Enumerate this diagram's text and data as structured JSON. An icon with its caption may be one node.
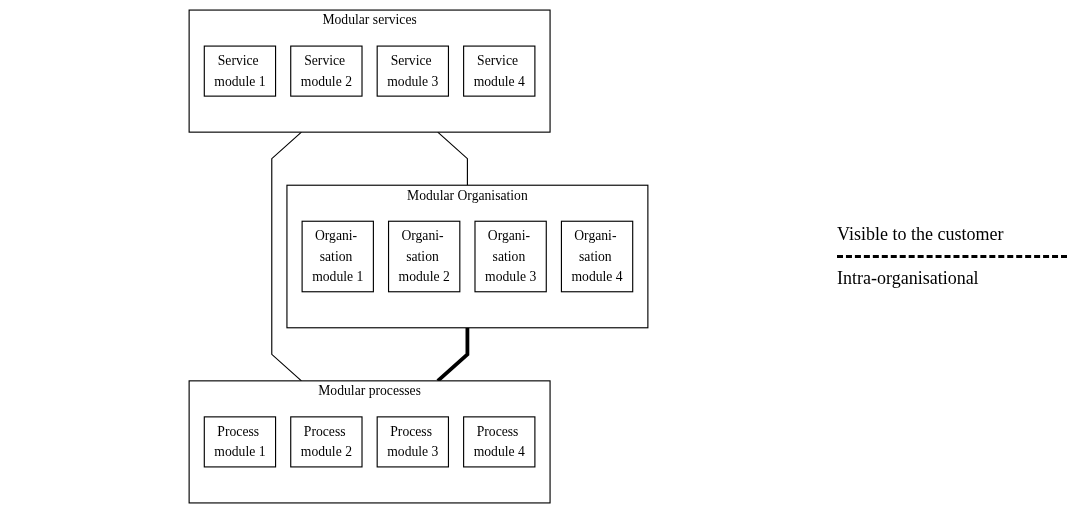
{
  "diagram": {
    "nodes": [
      {
        "text": [
          "Modular services"
        ]
      },
      {
        "text": [
          "Service module 1"
        ],
        "in": 0
      },
      {
        "text": [
          "Service module 2"
        ],
        "in": 0
      },
      {
        "text": [
          "Service module 3"
        ],
        "in": 0
      },
      {
        "text": [
          "Service module 4"
        ],
        "in": 0
      },
      {
        "text": [
          "Modular Organisation"
        ]
      },
      {
        "text": [
          "Organi- sation module 1"
        ],
        "in": 5
      },
      {
        "text": [
          "Organi- sation module 2"
        ],
        "in": 5
      },
      {
        "text": [
          "Organi- sation module 3"
        ],
        "in": 5
      },
      {
        "text": [
          "Organi- sation module 4"
        ],
        "in": 5
      },
      {
        "text": [
          "Modular processes"
        ]
      },
      {
        "text": [
          "Process module 1"
        ],
        "in": 10
      },
      {
        "text": [
          "Process module 2"
        ],
        "in": 10
      },
      {
        "text": [
          "Process module 3"
        ],
        "in": 10
      },
      {
        "text": [
          "Process module 4"
        ],
        "in": 10
      }
    ],
    "edges": [
      {
        "from": 0,
        "to": 5,
        "arrow": "none"
      },
      {
        "from": 0,
        "to": 10,
        "arrow": "none"
      },
      {
        "from": 5,
        "to": 10,
        "arrow": "none",
        "style": "thick"
      }
    ],
    "labels": [
      "Visible to the customer",
      "Intra-organisational"
    ]
  }
}
